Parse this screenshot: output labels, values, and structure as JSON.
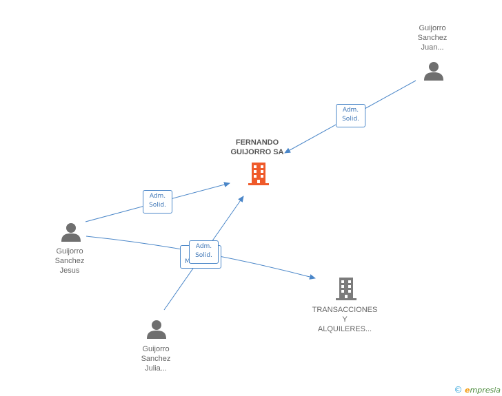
{
  "nodes": {
    "fernando": {
      "lines": [
        "FERNANDO",
        "GUIJORRO SA"
      ]
    },
    "juan": {
      "lines": [
        "Guijorro",
        "Sanchez",
        "Juan..."
      ]
    },
    "jesus": {
      "lines": [
        "Guijorro",
        "Sanchez",
        "Jesus"
      ]
    },
    "julia": {
      "lines": [
        "Guijorro",
        "Sanchez",
        "Julia..."
      ]
    },
    "transacciones": {
      "lines": [
        "TRANSACCIONES",
        "Y",
        "ALQUILERES..."
      ]
    }
  },
  "edges": {
    "juan_fernando": {
      "lines": [
        "Adm.",
        "Solid."
      ]
    },
    "jesus_fernando": {
      "lines": [
        "Adm.",
        "Solid."
      ]
    },
    "julia_fernando": {
      "lines": [
        "Adm.",
        "Solid."
      ]
    },
    "jesus_transacciones": {
      "lines": [
        "M"
      ]
    }
  },
  "colors": {
    "edge": "#4a86c8",
    "company_main": "#ef5a2a",
    "company_other": "#7b7b7b",
    "person": "#6f6f6f"
  },
  "brand": {
    "copyright": "©",
    "name_initial": "e",
    "name_rest": "mpresia"
  }
}
